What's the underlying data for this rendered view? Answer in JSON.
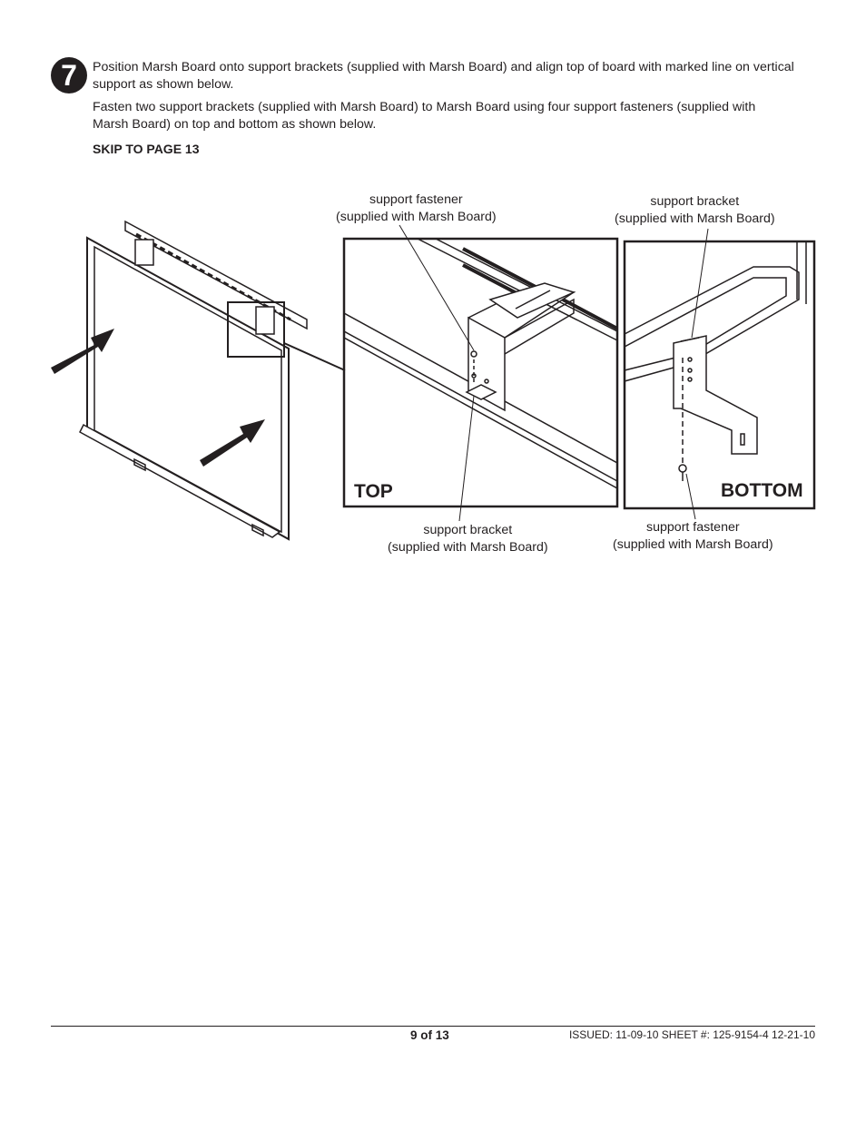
{
  "step": {
    "number": "7",
    "paragraph1": "Position Marsh Board onto support brackets (supplied with Marsh Board) and align top of board with marked line on vertical support as shown below.",
    "paragraph2": "Fasten two support brackets (supplied with Marsh Board) to Marsh Board using four support fasteners (supplied with Marsh Board) on top and bottom as shown below.",
    "skip": "SKIP TO PAGE 13"
  },
  "labels": {
    "top_fastener": {
      "line1": "support fastener",
      "line2": "(supplied with Marsh Board)"
    },
    "top_bracket": {
      "line1": "support bracket",
      "line2": "(supplied with Marsh Board)"
    },
    "bottom_bracket": {
      "line1": "support bracket",
      "line2": "(supplied with Marsh Board)"
    },
    "bottom_fastener": {
      "line1": "support fastener",
      "line2": "(supplied with Marsh Board)"
    }
  },
  "panels": {
    "top": "TOP",
    "bottom": "BOTTOM"
  },
  "footer": {
    "page": "9 of 13",
    "issued": "ISSUED: 11-09-10  SHEET #: 125-9154-4  12-21-10"
  }
}
